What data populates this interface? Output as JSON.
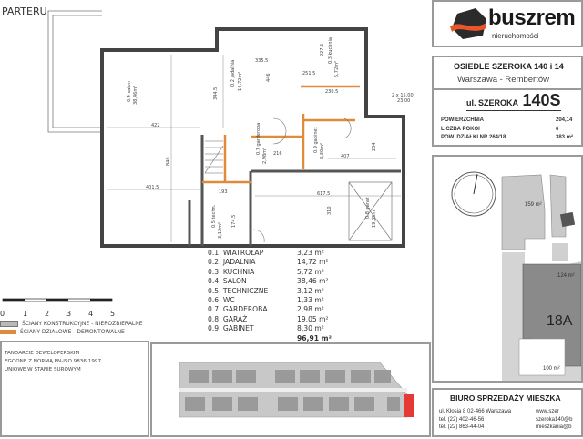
{
  "plan": {
    "title": "PARTERU",
    "labels": {
      "salon": "0.4 salon",
      "salon_area": "38,46m²",
      "jadalnia": "0.2 jadalnia",
      "jadalnia_area": "14,72m²",
      "kuchnia": "0.3 kuchnia",
      "kuchnia_area": "5,72m²",
      "gabinet": "0.9 gabinet",
      "gabinet_area": "8,30m²",
      "garaz": "0.8 garaż",
      "garaz_area": "19,05m²",
      "garderoba": "0.7 garderoba",
      "garderoba_area": "2,98m²",
      "techniczne": "0.5 techn.",
      "techniczne_area": "3,12m²",
      "window": "2 x 15,00",
      "window2": "23,00"
    },
    "dimensions": [
      "422",
      "401.5",
      "840",
      "344.5",
      "335.5",
      "446",
      "227.5",
      "251.5",
      "230.5",
      "204",
      "407",
      "617.5",
      "310",
      "216",
      "193",
      "174.5"
    ]
  },
  "rooms": [
    {
      "name": "0.1. WIATROŁAP",
      "area": "3,23 m²"
    },
    {
      "name": "0.2. JADALNIA",
      "area": "14,72 m²"
    },
    {
      "name": "0.3. KUCHNIA",
      "area": "5,72 m²"
    },
    {
      "name": "0.4. SALON",
      "area": "38,46 m²"
    },
    {
      "name": "0.5. TECHNICZNE",
      "area": "3,12 m²"
    },
    {
      "name": "0.6. WC",
      "area": "1,33 m²"
    },
    {
      "name": "0.7. GARDEROBA",
      "area": "2,98 m²"
    },
    {
      "name": "0.8. GARAŻ",
      "area": "19,05 m²"
    },
    {
      "name": "0.9. GABINET",
      "area": "8,30 m²"
    }
  ],
  "rooms_total": "96,91 m²",
  "scale": [
    "0",
    "1",
    "2",
    "3",
    "4",
    "5"
  ],
  "legend": [
    {
      "label": "ŚCIANY KONSTRUKCYJNE - NIEROZBIERALNE",
      "color": "#b9b9b9"
    },
    {
      "label": "ŚCIANY DZIAŁOWE - DEMONTOWALNE",
      "color": "#e08a3a"
    }
  ],
  "notes": [
    "TANDARCIE DEWELOPERSKIM",
    "EGOONE Z NORMĄ PN-ISO 9836:1997",
    "UNIOWE W STANIE SUROWYM"
  ],
  "brand": {
    "name": "buszrem",
    "tagline": "nieruchomości",
    "accent": "#e8562a"
  },
  "estate": {
    "title": "OSIEDLE SZEROKA 140 i 14",
    "location": "Warszawa - Rembertów"
  },
  "unit": {
    "street": "ul. SZEROKA",
    "number": "140S",
    "specs": [
      {
        "label": "POWIERZCHNIA",
        "value": "204,14"
      },
      {
        "label": "LICZBA POKOI",
        "value": "6"
      },
      {
        "label": "POW. DZIAŁKI NR 264/18",
        "value": "383 m²"
      }
    ]
  },
  "site": {
    "areas": [
      "159 m²",
      "124 m²",
      "100 m²"
    ],
    "lot": "18A"
  },
  "office": {
    "title": "BIURO SPRZEDAŻY MIESZKA",
    "address": "ul. Kłosia 8 02-466 Warszawa",
    "phone1": "tel. (22) 402-46-56",
    "phone2": "tel. (22) 863-44-04",
    "web": "www.szer",
    "email1": "szeroka140@b",
    "email2": "mieszkania@b"
  }
}
